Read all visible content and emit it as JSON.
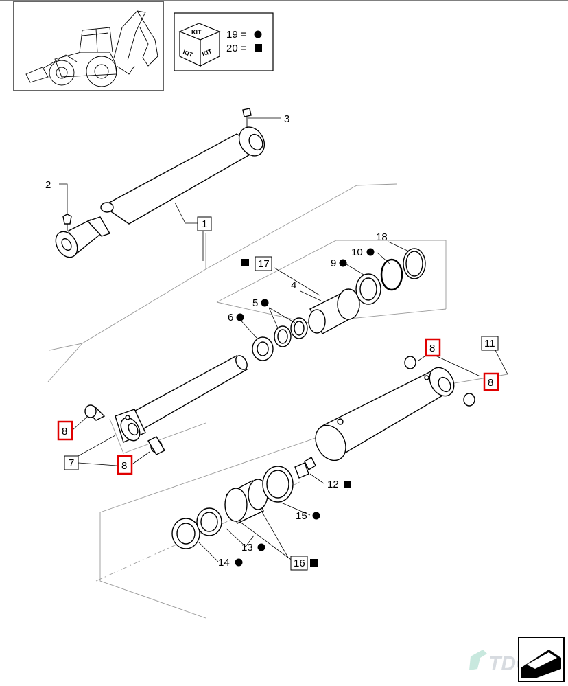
{
  "legend": {
    "kit_text": "KIT",
    "items": [
      {
        "num": "19",
        "eq": "=",
        "symbol": "circle"
      },
      {
        "num": "20",
        "eq": "=",
        "symbol": "square"
      }
    ]
  },
  "callouts": {
    "c1": "1",
    "c2": "2",
    "c3": "3",
    "c4": "4",
    "c5": "5",
    "c6": "6",
    "c7": "7",
    "c8a": "8",
    "c8b": "8",
    "c8c": "8",
    "c8d": "8",
    "c9": "9",
    "c10": "10",
    "c11": "11",
    "c12": "12",
    "c13": "13",
    "c14": "14",
    "c15": "15",
    "c16": "16",
    "c17": "17",
    "c18": "18"
  },
  "logo": {
    "text": "TDG"
  },
  "colors": {
    "highlight": "#e00000",
    "logo": "#d7dbe0"
  }
}
